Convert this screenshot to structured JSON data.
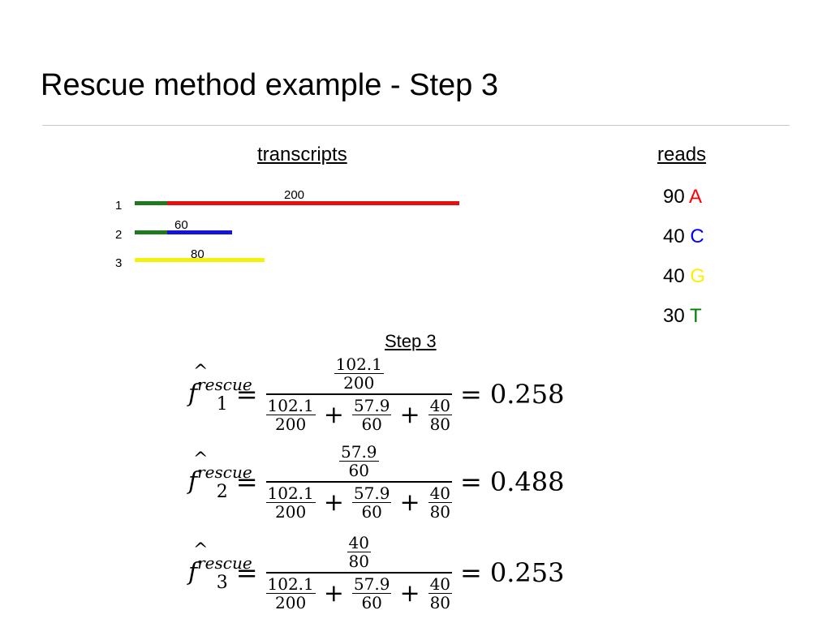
{
  "title": "Rescue method example - Step 3",
  "headers": {
    "transcripts": "transcripts",
    "reads": "reads"
  },
  "transcripts": [
    {
      "num": "1",
      "length_label": "200",
      "length": 200,
      "segments": [
        {
          "color": "#1f7a1f",
          "units": 40
        },
        {
          "color": "#e60f0f",
          "units": 360
        }
      ]
    },
    {
      "num": "2",
      "length_label": "60",
      "length": 60,
      "segments": [
        {
          "color": "#1f7a1f",
          "units": 40
        },
        {
          "color": "#1414dc",
          "units": 80
        }
      ]
    },
    {
      "num": "3",
      "length_label": "80",
      "length": 80,
      "segments": [
        {
          "color": "#f2f20a",
          "units": 160
        }
      ]
    }
  ],
  "reads": [
    {
      "count": "90",
      "letter": "A",
      "color": "#ff0000"
    },
    {
      "count": "40",
      "letter": "C",
      "color": "#0000ff"
    },
    {
      "count": "40",
      "letter": "G",
      "color": "#ffee00"
    },
    {
      "count": "30",
      "letter": "T",
      "color": "#008000"
    }
  ],
  "step_label": "Step 3",
  "equations": [
    {
      "lhs_symbol": "f",
      "hat": "^",
      "superscript": "rescue",
      "subscript": "1",
      "num": {
        "n": "102.1",
        "d": "200"
      },
      "den_terms": [
        {
          "n": "102.1",
          "d": "200"
        },
        {
          "n": "57.9",
          "d": "60"
        },
        {
          "n": "40",
          "d": "80"
        }
      ],
      "result": "0.258"
    },
    {
      "lhs_symbol": "f",
      "hat": "^",
      "superscript": "rescue",
      "subscript": "2",
      "num": {
        "n": "57.9",
        "d": "60"
      },
      "den_terms": [
        {
          "n": "102.1",
          "d": "200"
        },
        {
          "n": "57.9",
          "d": "60"
        },
        {
          "n": "40",
          "d": "80"
        }
      ],
      "result": "0.488"
    },
    {
      "lhs_symbol": "f",
      "hat": "^",
      "superscript": "rescue",
      "subscript": "3",
      "num": {
        "n": "40",
        "d": "80"
      },
      "den_terms": [
        {
          "n": "102.1",
          "d": "200"
        },
        {
          "n": "57.9",
          "d": "60"
        },
        {
          "n": "40",
          "d": "80"
        }
      ],
      "result": "0.253"
    }
  ],
  "operators": {
    "equals": "=",
    "plus": "+"
  }
}
